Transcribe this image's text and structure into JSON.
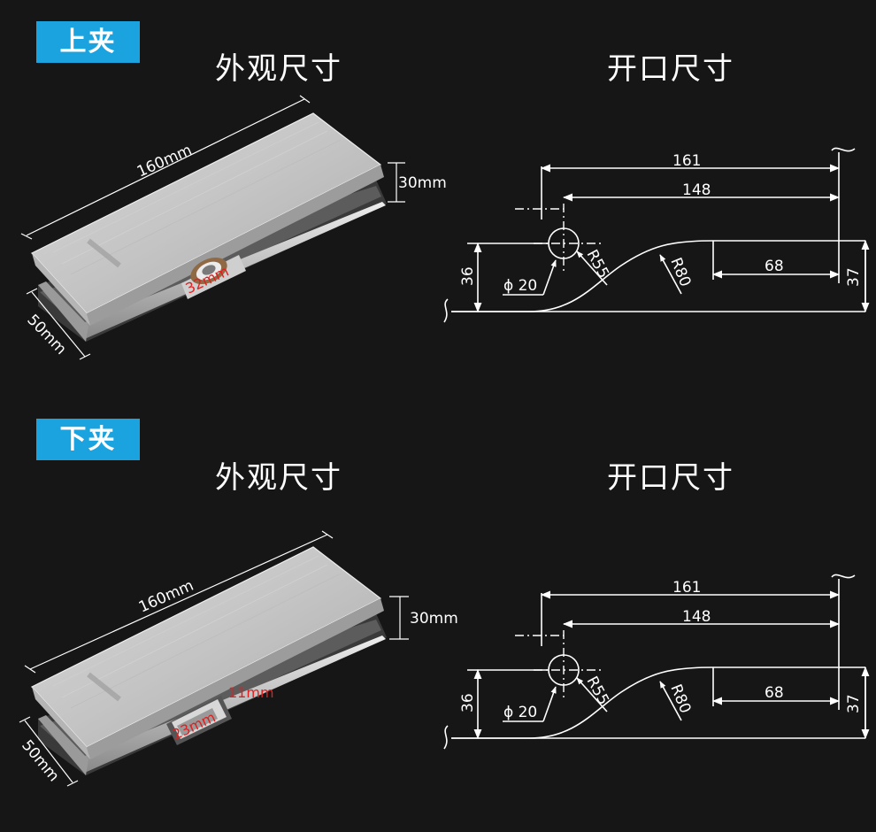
{
  "sections": [
    {
      "badge": "上夹",
      "appearance_title": "外观尺寸",
      "opening_title": "开口尺寸",
      "product_dims": {
        "length": "160mm",
        "height": "30mm",
        "width": "50mm",
        "hole": "32mm"
      },
      "opening_dims": {
        "d161": "161",
        "d148": "148",
        "d68": "68",
        "d36": "36",
        "d37": "37",
        "phi": "ϕ 20",
        "r55": "R55",
        "r80": "R80"
      }
    },
    {
      "badge": "下夹",
      "appearance_title": "外观尺寸",
      "opening_title": "开口尺寸",
      "product_dims": {
        "length": "160mm",
        "height": "30mm",
        "width": "50mm",
        "hole_w": "23mm",
        "hole_h": "11mm"
      },
      "opening_dims": {
        "d161": "161",
        "d148": "148",
        "d68": "68",
        "d36": "36",
        "d37": "37",
        "phi": "ϕ 20",
        "r55": "R55",
        "r80": "R80"
      }
    }
  ],
  "colors": {
    "background": "#161616",
    "badge": "#1aa3df",
    "annotation_red": "#e02020"
  }
}
